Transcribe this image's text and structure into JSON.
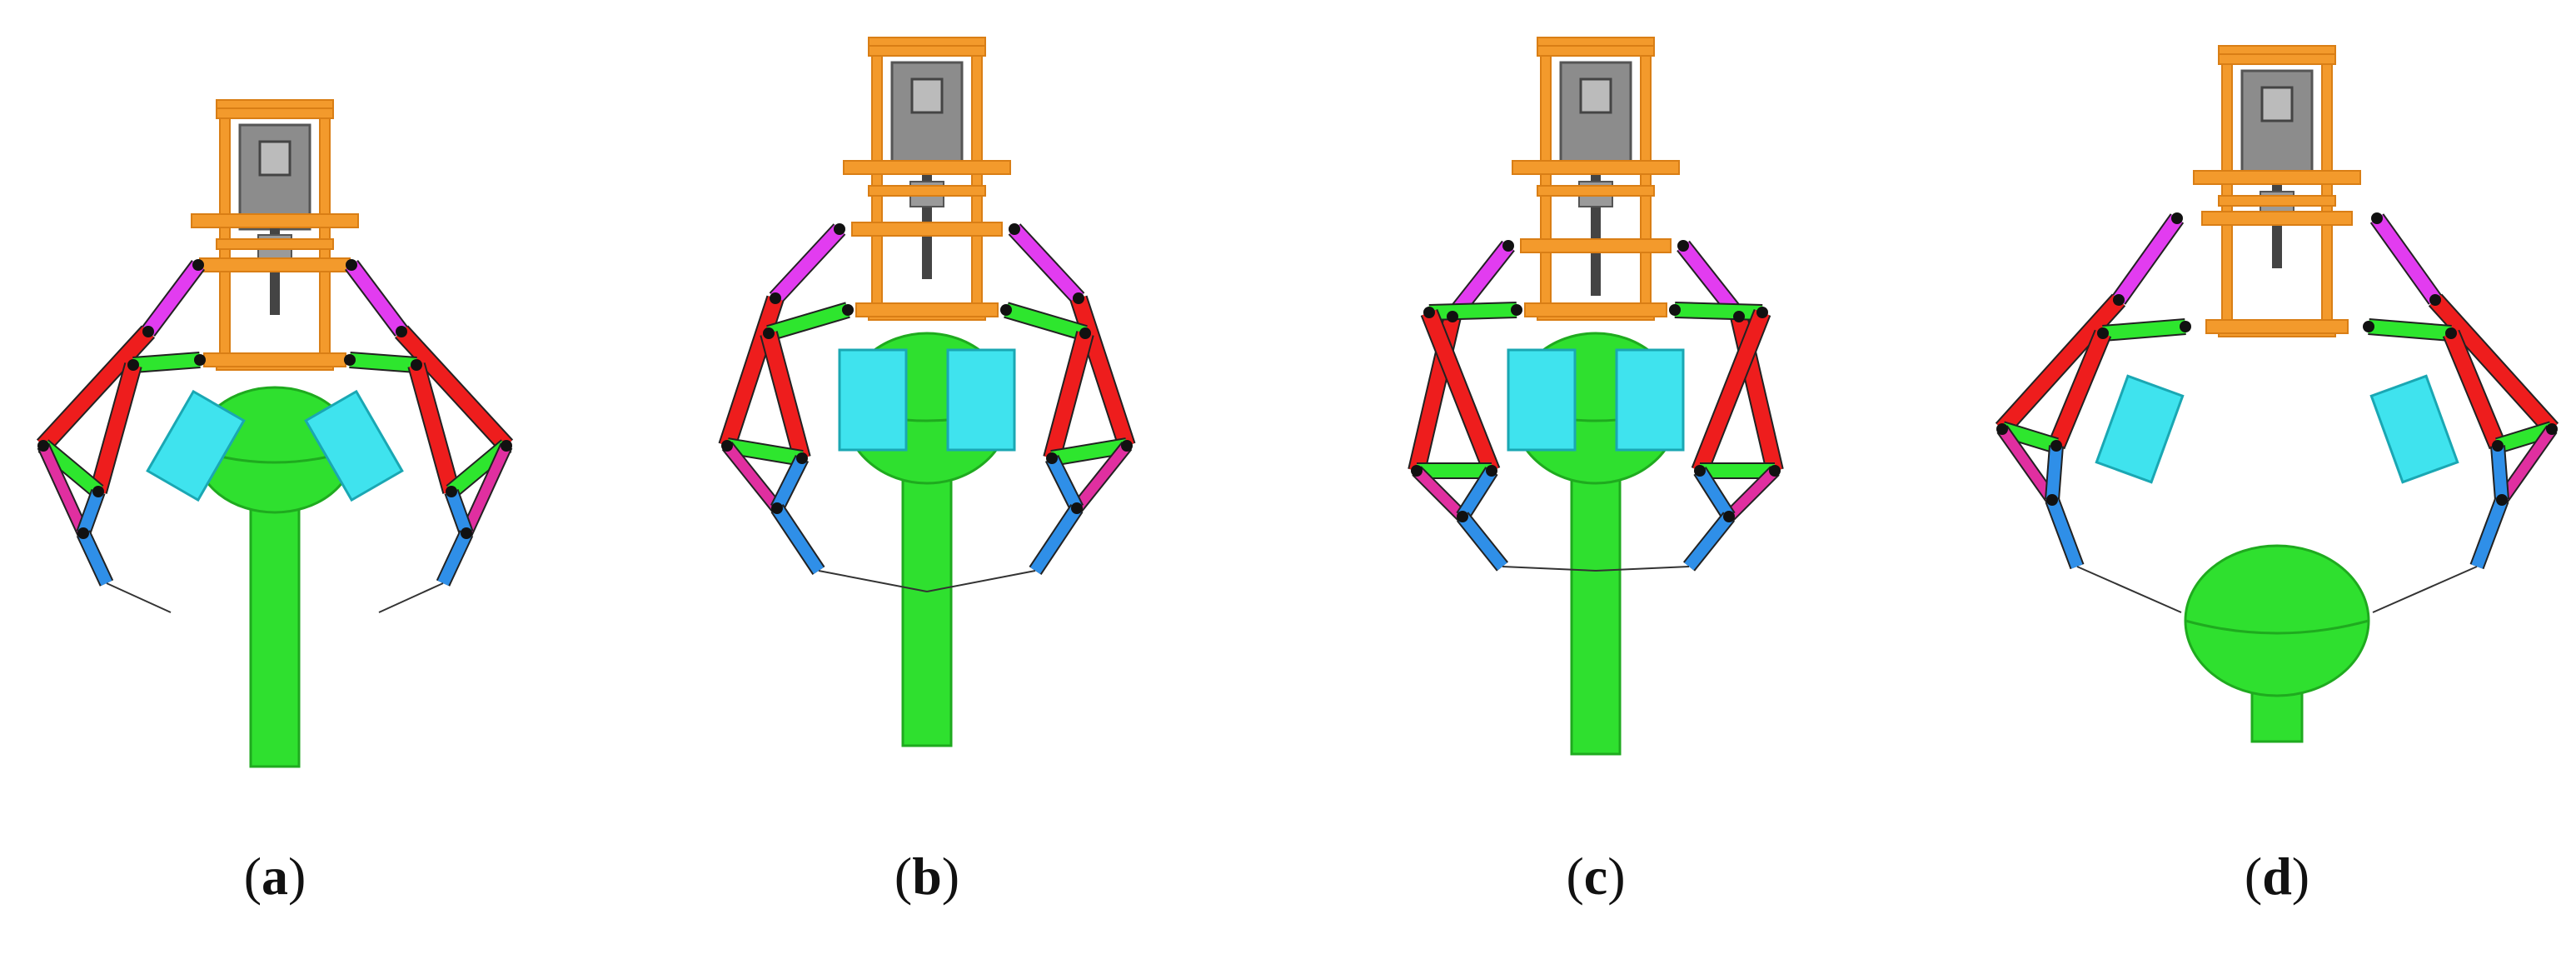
{
  "panels": [
    {
      "label": "a",
      "state": "open-approach"
    },
    {
      "label": "b",
      "state": "grasp-fingers"
    },
    {
      "label": "c",
      "state": "grasp-tight"
    },
    {
      "label": "d",
      "state": "open-lifted"
    }
  ],
  "colors": {
    "frame": "#f39a2c",
    "frame_dark": "#d97e15",
    "motor": "#8c8c8c",
    "screw": "#444444",
    "link_upper": "#e23cf0",
    "link_main": "#ee1d1d",
    "link_cross": "#2ee62e",
    "link_tip": "#e02fa0",
    "fingertip": "#2f8fe8",
    "pad": "#3fe3ee",
    "object": "#2fe02f",
    "object_dark": "#1faa1f",
    "joint": "#111111"
  }
}
